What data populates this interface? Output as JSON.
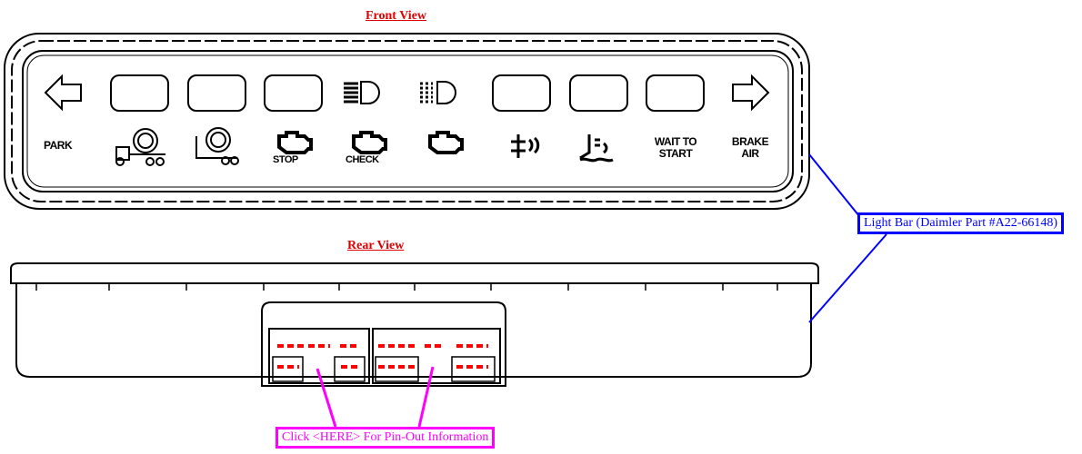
{
  "front_view": {
    "title": "Front View",
    "labels": {
      "park": "PARK",
      "stop": "STOP",
      "check": "CHECK",
      "wait_to_start": "WAIT TO START",
      "brake_air": "BRAKE AIR"
    },
    "icons": [
      "left-turn-arrow-icon",
      "blank-indicator",
      "blank-indicator",
      "blank-indicator",
      "high-beam-icon",
      "low-beam-icon",
      "blank-indicator",
      "blank-indicator",
      "blank-indicator",
      "right-turn-arrow-icon",
      "truck-abs-icon",
      "trailer-abs-icon",
      "stop-engine-icon",
      "check-engine-icon",
      "engine-icon",
      "coolant-temp-icon",
      "coolant-level-icon"
    ]
  },
  "rear_view": {
    "title": "Rear View"
  },
  "callouts": {
    "light_bar": "Light Bar (Daimler Part #A22-66148)",
    "pinout": "Click <HERE> For Pin-Out Information"
  },
  "colors": {
    "title": "#e00000",
    "light_bar_callout": "#0000ff",
    "pinout_callout": "#ff00ff",
    "pin_marks": "#ff0000"
  }
}
